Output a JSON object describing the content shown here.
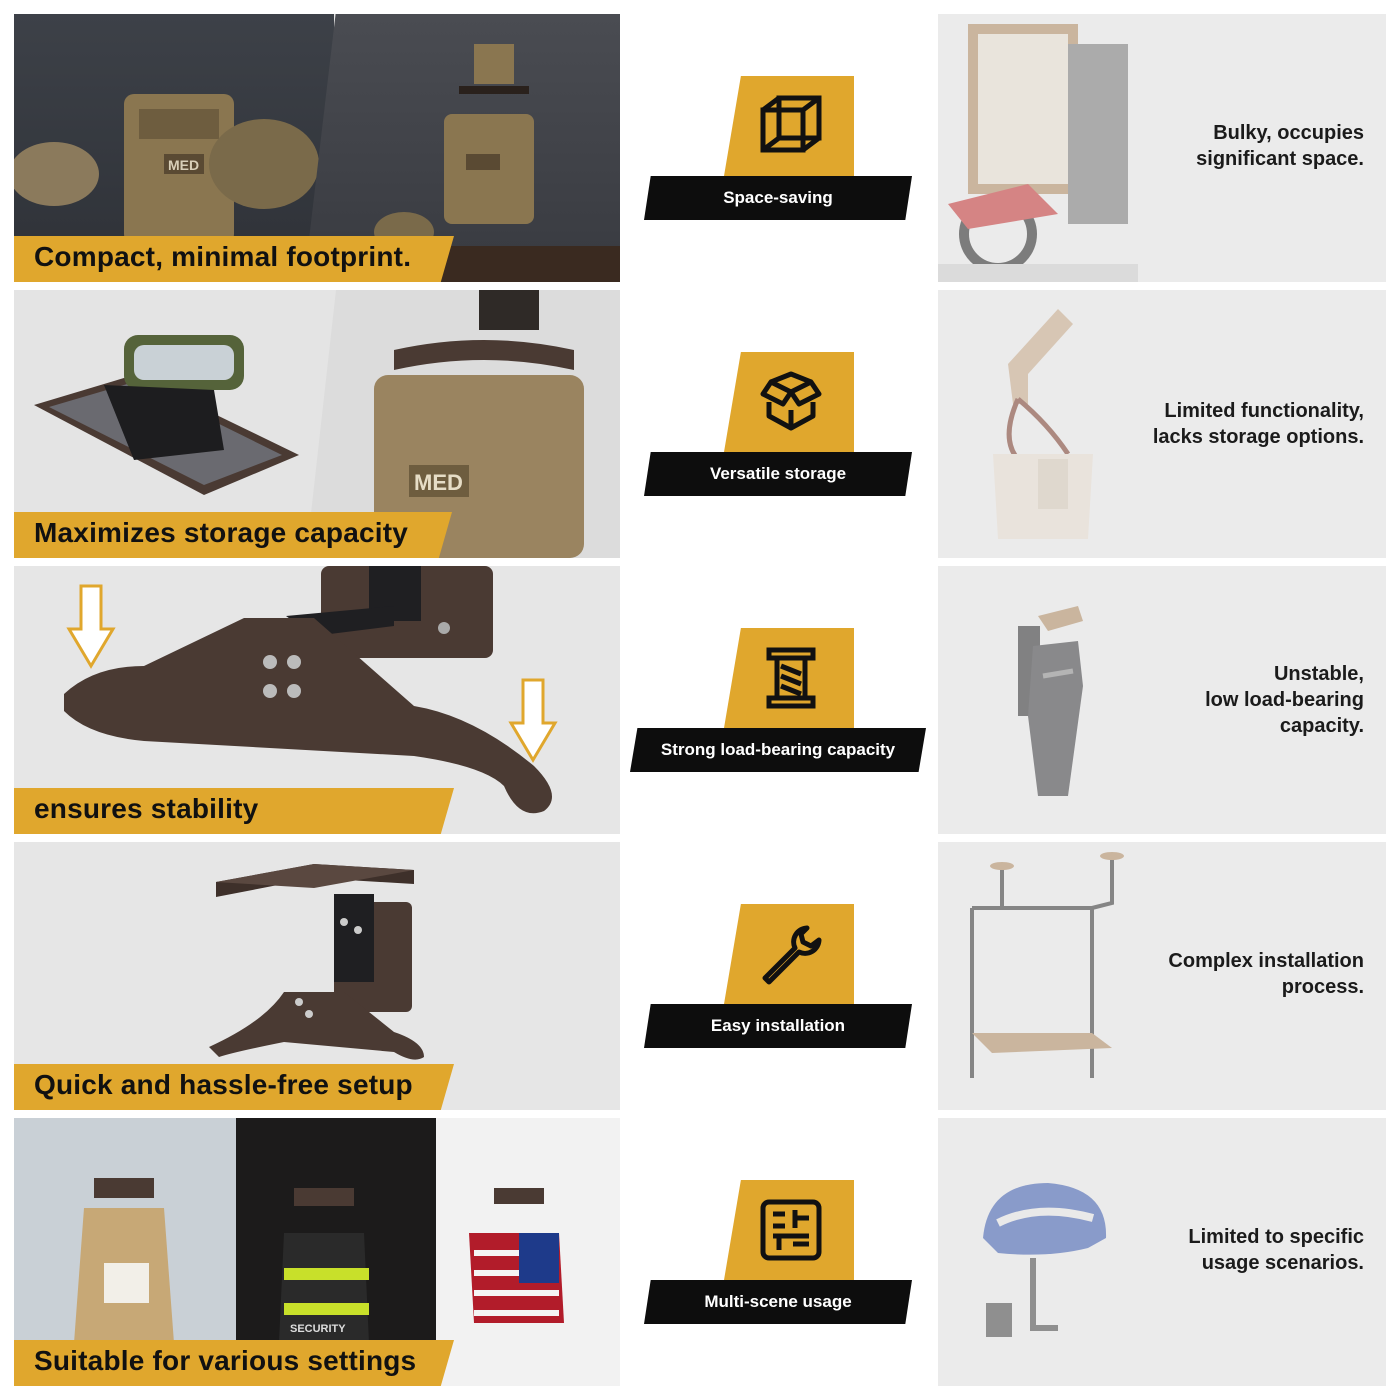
{
  "rows": [
    {
      "left_caption": "Compact, minimal footprint.",
      "middle_label": "Space-saving",
      "icon": "cube-icon",
      "right_text": [
        "Bulky, occupies",
        "significant space."
      ]
    },
    {
      "left_caption": "Maximizes storage capacity",
      "middle_label": "Versatile storage",
      "icon": "open-box-icon",
      "right_text": [
        "Limited functionality,",
        "lacks storage options."
      ]
    },
    {
      "left_caption": "ensures stability",
      "middle_label": "Strong load-bearing capacity",
      "icon": "spool-pillar-icon",
      "right_text": [
        "Unstable,",
        "low load-bearing",
        "capacity."
      ]
    },
    {
      "left_caption": "Quick and hassle-free setup",
      "middle_label": "Easy installation",
      "icon": "wrench-icon",
      "right_text": [
        "Complex installation",
        "process."
      ]
    },
    {
      "left_caption": "Suitable for various settings",
      "middle_label": "Multi-scene usage",
      "icon": "multi-scene-grid-icon",
      "right_text": [
        "Limited to specific",
        "usage scenarios."
      ]
    }
  ],
  "photo_text": {
    "vest_patch": "MED",
    "security_patch": "SECURITY"
  },
  "colors": {
    "accent_yellow": "#e0a72d",
    "banner_black": "#0d0d0d",
    "panel_gray": "#e6e6e6",
    "wood_brown": "#4a3a33"
  }
}
